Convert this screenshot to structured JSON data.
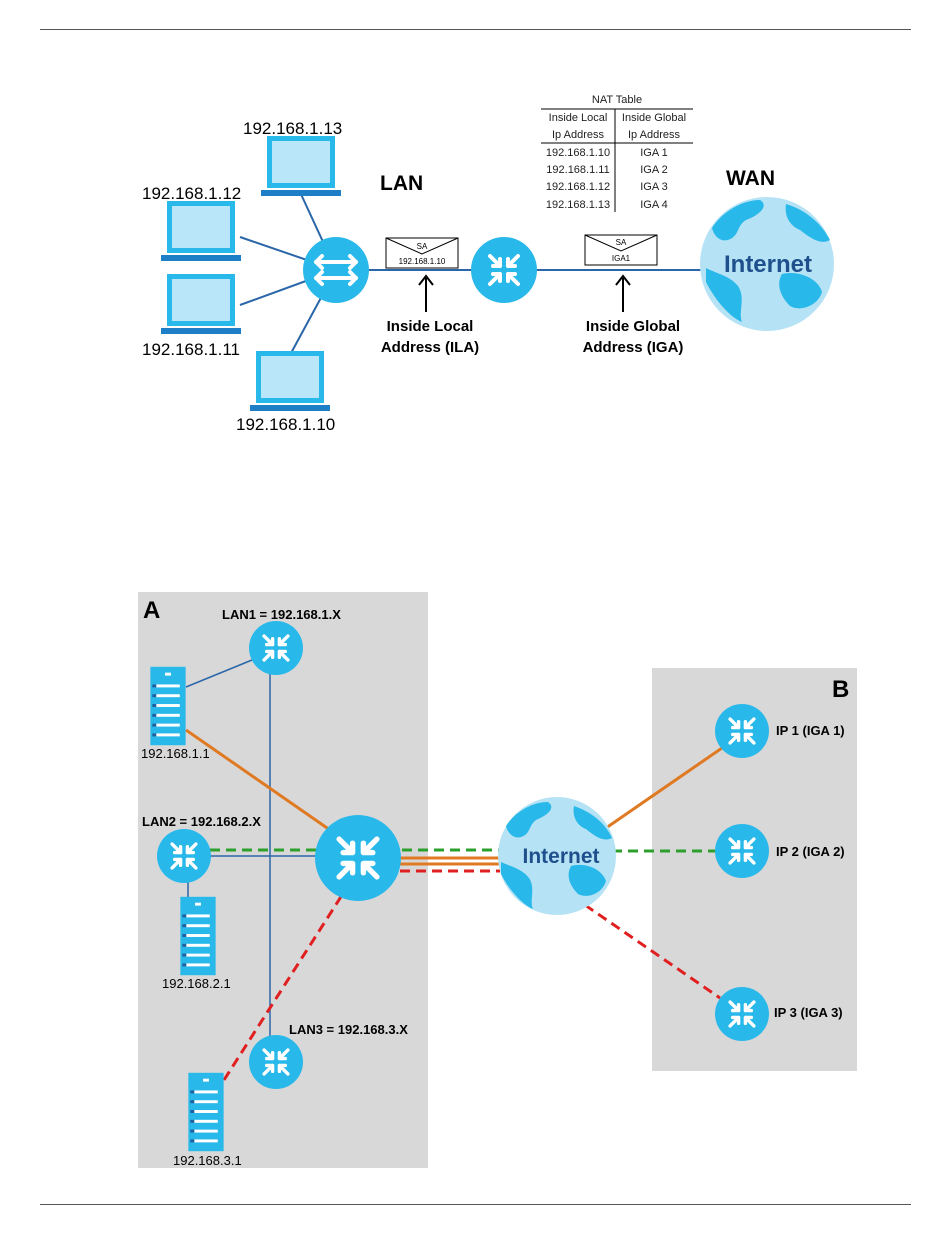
{
  "figure1": {
    "lan_label": "LAN",
    "wan_label": "WAN",
    "hosts": [
      "192.168.1.13",
      "192.168.1.12",
      "192.168.1.11",
      "192.168.1.10"
    ],
    "packet_lan": {
      "sa": "SA",
      "addr": "192.168.1.10"
    },
    "packet_wan": {
      "sa": "SA",
      "addr": "IGA1"
    },
    "ila_label": [
      "Inside Local",
      "Address (ILA)"
    ],
    "iga_label": [
      "Inside Global",
      "Address (IGA)"
    ],
    "internet_label": "Internet",
    "nat_table": {
      "title": "NAT Table",
      "headers": [
        [
          "Inside Local",
          "Ip Address"
        ],
        [
          "Inside Global",
          "Ip Address"
        ]
      ],
      "rows": [
        [
          "192.168.1.10",
          "IGA 1"
        ],
        [
          "192.168.1.11",
          "IGA 2"
        ],
        [
          "192.168.1.12",
          "IGA 3"
        ],
        [
          "192.168.1.13",
          "IGA 4"
        ]
      ]
    }
  },
  "figure2": {
    "zone_a": "A",
    "zone_b": "B",
    "lan1": "LAN1 = 192.168.1.X",
    "lan2": "LAN2 = 192.168.2.X",
    "lan3": "LAN3 = 192.168.3.X",
    "server1": "192.168.1.1",
    "server2": "192.168.2.1",
    "server3": "192.168.3.1",
    "internet_label": "Internet",
    "ip1": "IP 1 (IGA 1)",
    "ip2": "IP 2 (IGA 2)",
    "ip3": "IP 3 (IGA 3)"
  },
  "colors": {
    "device_blue": "#29b8ea",
    "screen_blue": "#b9e6f8",
    "link_blue": "#2a66a8",
    "orange": "#e07a22",
    "green": "#2ca02c",
    "red": "#e02020",
    "zone_grey": "#d8d8d8",
    "globe_light": "#b5e3f5"
  }
}
